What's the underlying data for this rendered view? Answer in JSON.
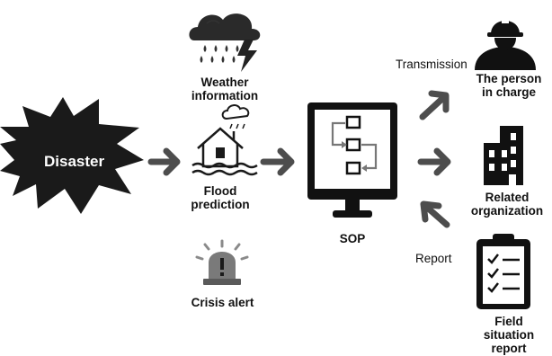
{
  "nodes": {
    "disaster": "Disaster",
    "weather": [
      "Weather",
      "information"
    ],
    "flood": [
      "Flood",
      "prediction"
    ],
    "crisis": "Crisis alert",
    "sop": "SOP",
    "person": [
      "The person",
      "in charge"
    ],
    "organization": [
      "Related",
      "organization"
    ],
    "field": [
      "Field",
      "situation",
      "report"
    ]
  },
  "edges": {
    "transmission": "Transmission",
    "report": "Report"
  },
  "colors": {
    "fill": "#1a1a1a",
    "arrow": "#4d4d4d",
    "accent": "#6b6b6b"
  }
}
